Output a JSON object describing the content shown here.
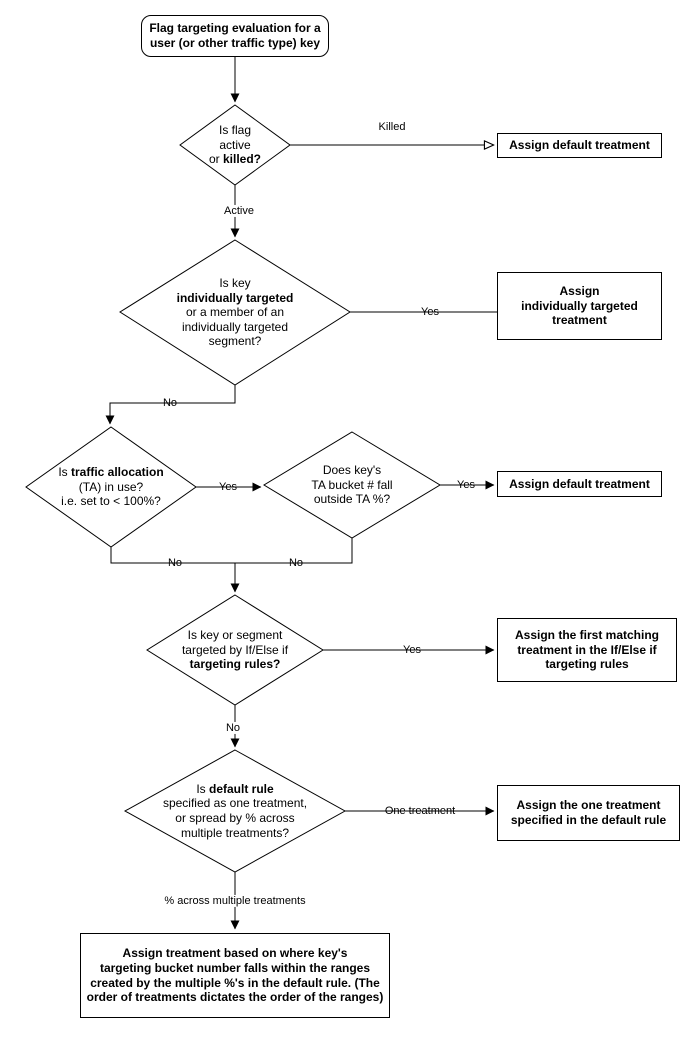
{
  "diagram": {
    "colors": {
      "node_fill": "#ffffff",
      "node_stroke": "#000000",
      "text": "#000000"
    },
    "nodes": {
      "start": {
        "shape": "rounded-rect",
        "lines": [
          "Flag targeting evaluation for a",
          "user (or other traffic type) key"
        ]
      },
      "d1": {
        "shape": "diamond",
        "lines": [
          [
            "Is flag"
          ],
          [
            "active"
          ],
          [
            {
              "t": "or ",
              "b": false
            },
            {
              "t": "killed?",
              "b": true
            }
          ]
        ]
      },
      "d2": {
        "shape": "diamond",
        "lines": [
          [
            "Is key"
          ],
          [
            {
              "t": "individually targeted",
              "b": true
            }
          ],
          [
            "or a member of an"
          ],
          [
            "individually targeted"
          ],
          [
            "segment?"
          ]
        ]
      },
      "d3": {
        "shape": "diamond",
        "lines": [
          [
            {
              "t": "Is ",
              "b": false
            },
            {
              "t": "traffic allocation",
              "b": true
            }
          ],
          [
            "(TA) in use?"
          ],
          [
            "i.e. set to < 100%?"
          ]
        ]
      },
      "d4": {
        "shape": "diamond",
        "lines": [
          [
            "Does key's"
          ],
          [
            "TA bucket # fall"
          ],
          [
            "outside TA %?"
          ]
        ]
      },
      "d5": {
        "shape": "diamond",
        "lines": [
          [
            "Is key or segment"
          ],
          [
            "targeted by If/Else if"
          ],
          [
            {
              "t": "targeting rules?",
              "b": true
            }
          ]
        ]
      },
      "d6": {
        "shape": "diamond",
        "lines": [
          [
            {
              "t": "Is ",
              "b": false
            },
            {
              "t": "default rule",
              "b": true
            }
          ],
          [
            "specified as one treatment,"
          ],
          [
            "or spread by % across"
          ],
          [
            "multiple treatments?"
          ]
        ]
      },
      "box1": {
        "shape": "rect",
        "lines": [
          "Assign default treatment"
        ]
      },
      "box2": {
        "shape": "rect",
        "lines": [
          "Assign",
          "individually targeted",
          "treatment"
        ]
      },
      "box3": {
        "shape": "rect",
        "lines": [
          "Assign default treatment"
        ]
      },
      "box4": {
        "shape": "rect",
        "lines": [
          "Assign the first matching",
          "treatment in the If/Else if",
          "targeting rules"
        ]
      },
      "box5": {
        "shape": "rect",
        "lines": [
          "Assign the one treatment",
          "specified in the default rule"
        ]
      },
      "final": {
        "shape": "rect",
        "lines": [
          "Assign treatment based on where key's",
          "targeting bucket number falls within the ranges",
          "created by the multiple %'s in the default rule. (The",
          "order of treatments dictates the order of the ranges)"
        ]
      }
    },
    "edge_labels": {
      "killed": "Killed",
      "active": "Active",
      "yes_d2": "Yes",
      "no_d2": "No",
      "yes_d3": "Yes",
      "yes_d4": "Yes",
      "no_d3": "No",
      "no_d4": "No",
      "yes_d5": "Yes",
      "no_d5": "No",
      "one_treatment": "One treatment",
      "pct_across": "% across multiple treatments"
    }
  }
}
